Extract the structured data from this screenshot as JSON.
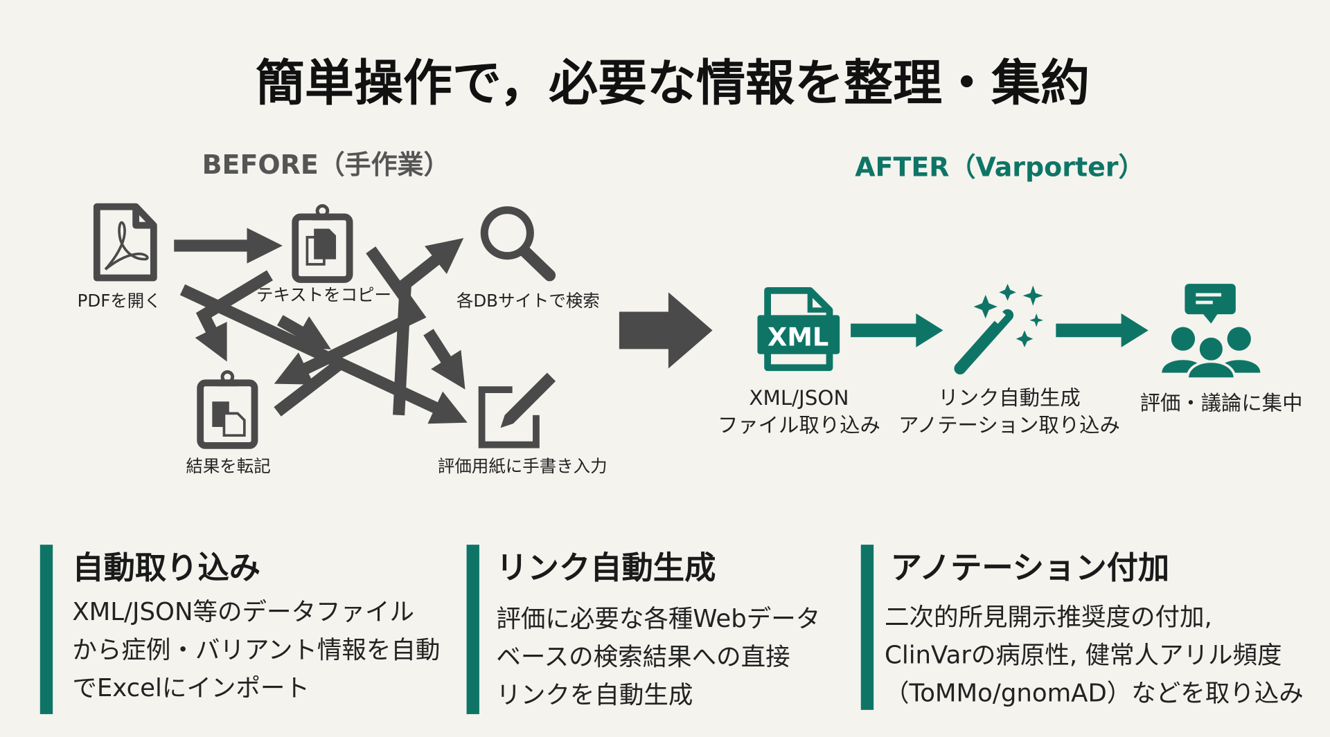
{
  "title": "簡単操作で，必要な情報を整理・集約",
  "colors": {
    "teal": "#0e7566",
    "dark": "#4a4a4a",
    "background": "#f4f3ee"
  },
  "before": {
    "heading": "BEFORE（手作業）",
    "steps": [
      {
        "icon": "pdf-file-icon",
        "label": "PDFを開く"
      },
      {
        "icon": "clipboard-copy-icon",
        "label": "テキストをコピー"
      },
      {
        "icon": "search-icon",
        "label": "各DBサイトで検索"
      },
      {
        "icon": "clipboard-paste-icon",
        "label": "結果を転記"
      },
      {
        "icon": "edit-form-icon",
        "label": "評価用紙に手書き入力"
      }
    ]
  },
  "after": {
    "heading": "AFTER（Varporter）",
    "xml_icon_text": "XML",
    "steps": [
      {
        "icon": "xml-file-icon",
        "label_lines": [
          "XML/JSON",
          "ファイル取り込み"
        ]
      },
      {
        "icon": "magic-wand-icon",
        "label_lines": [
          "リンク自動生成",
          "アノテーション取り込み"
        ]
      },
      {
        "icon": "team-discussion-icon",
        "label_lines": [
          "評価・議論に集中"
        ]
      }
    ]
  },
  "features": [
    {
      "title": "自動取り込み",
      "lines": [
        "XML/JSON等のデータファイル",
        "から症例・バリアント情報を自動",
        "でExcelにインポート"
      ]
    },
    {
      "title": "リンク自動生成",
      "lines": [
        "評価に必要な各種Webデータ",
        "ベースの検索結果への直接",
        "リンクを自動生成"
      ]
    },
    {
      "title": "アノテーション付加",
      "lines": [
        "二次的所見開示推奨度の付加,",
        "ClinVarの病原性, 健常人アリル頻度",
        "（ToMMo/gnomAD）などを取り込み"
      ]
    }
  ]
}
